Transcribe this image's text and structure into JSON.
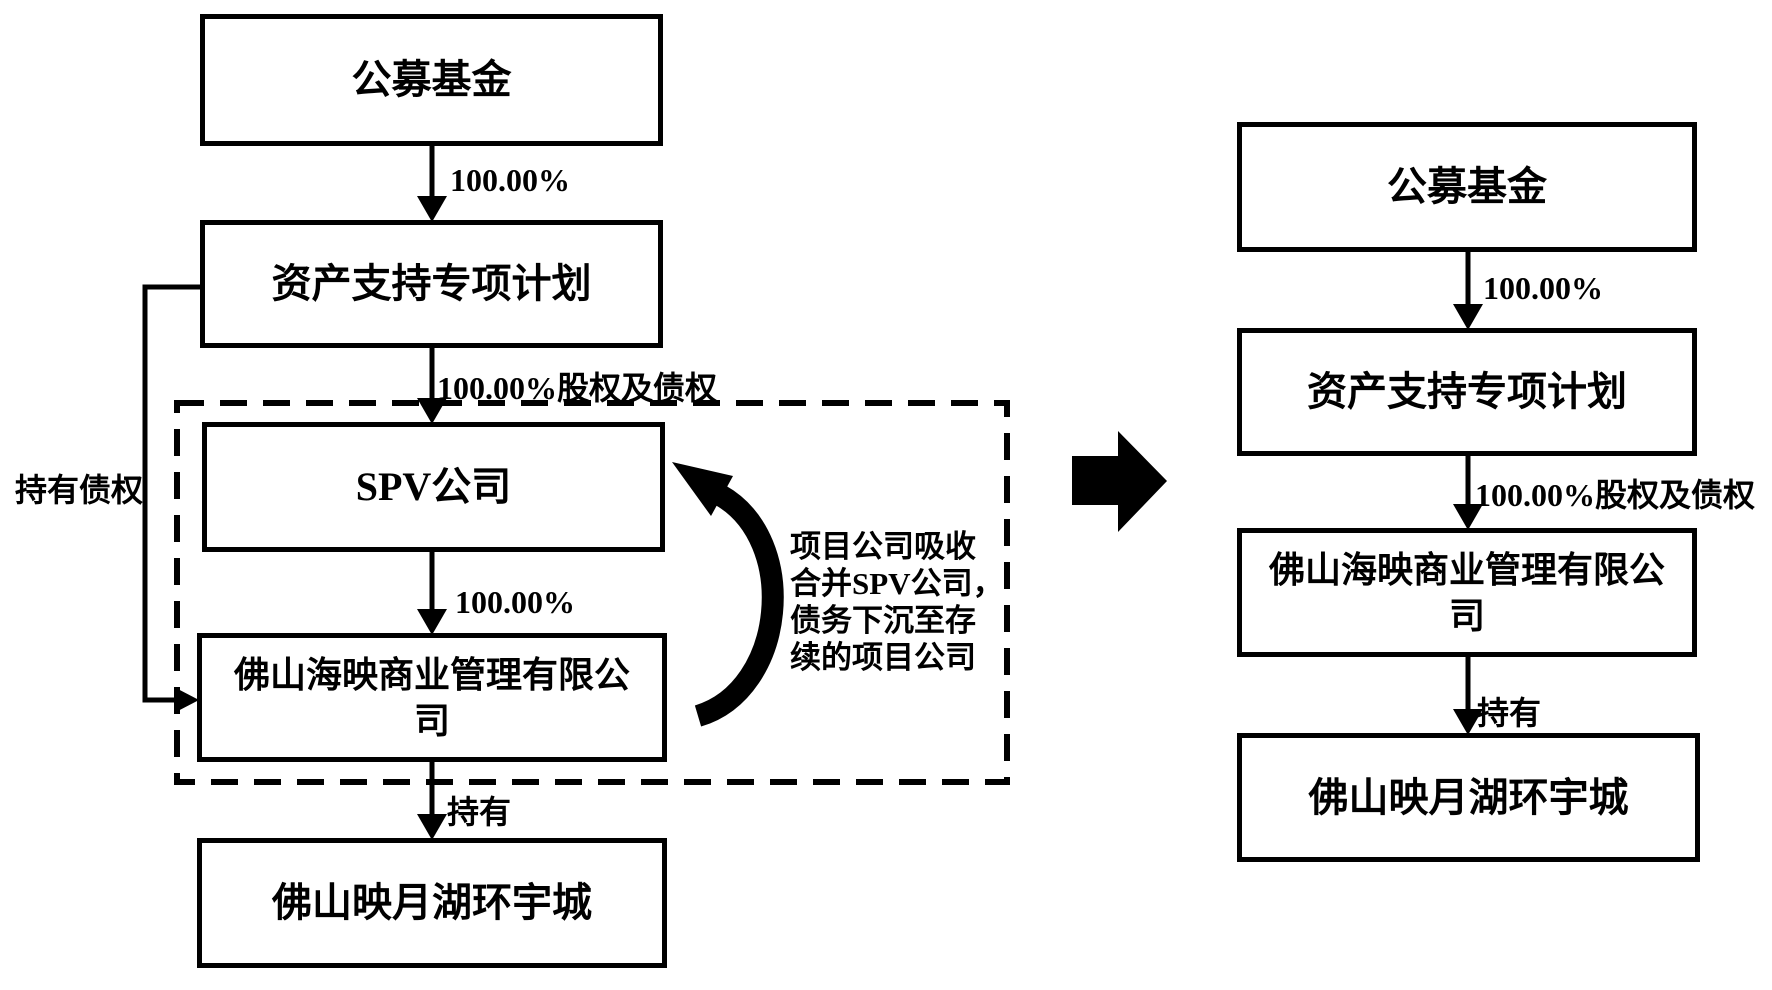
{
  "colors": {
    "ink": "#000000",
    "background": "#ffffff"
  },
  "before": {
    "nodes": {
      "public_fund": "公募基金",
      "abs_plan": "资产支持专项计划",
      "spv": "SPV公司",
      "project_company": "佛山海映商业管理有限公\n司",
      "property": "佛山映月湖环宇城"
    },
    "labels": {
      "fund_to_plan": "100.00%",
      "plan_to_spv": "100.00%股权及债权",
      "spv_to_project": "100.00%",
      "project_to_property": "持有",
      "debt_holding": "持有债权",
      "merge_note": "项目公司吸收\n合并SPV公司，\n债务下沉至存\n续的项目公司"
    }
  },
  "after": {
    "nodes": {
      "public_fund": "公募基金",
      "abs_plan": "资产支持专项计划",
      "project_company": "佛山海映商业管理有限公\n司",
      "property": "佛山映月湖环宇城"
    },
    "labels": {
      "fund_to_plan": "100.00%",
      "plan_to_project": "100.00%股权及债权",
      "project_to_property": "持有"
    }
  }
}
